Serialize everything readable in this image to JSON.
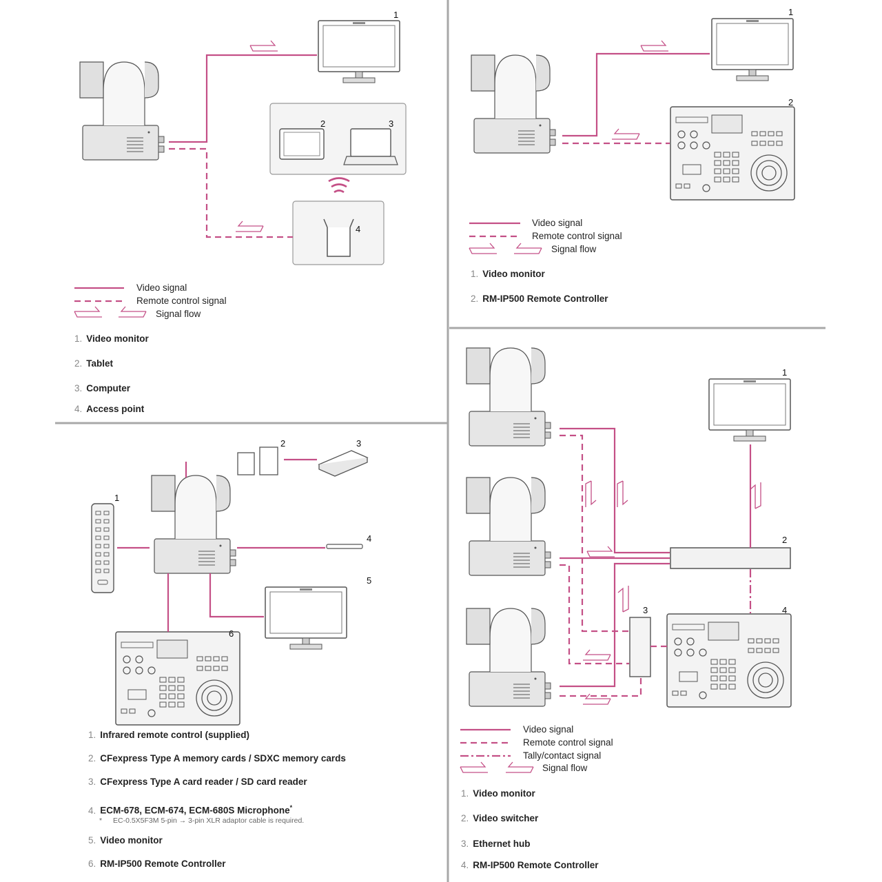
{
  "colors": {
    "signal": "#c44f86",
    "divider": "#a8a8a8",
    "device": "#4a4a4a",
    "device_fill": "#e2e2e2"
  },
  "legend": {
    "video": "Video signal",
    "remote": "Remote control signal",
    "tally": "Tally/contact signal",
    "flow": "Signal flow"
  },
  "panel_a": {
    "numbers": [
      "1",
      "2",
      "3",
      "4"
    ],
    "items": [
      {
        "n": "1.",
        "t": "Video monitor"
      },
      {
        "n": "2.",
        "t": "Tablet"
      },
      {
        "n": "3.",
        "t": "Computer"
      },
      {
        "n": "4.",
        "t": "Access point"
      }
    ]
  },
  "panel_b": {
    "numbers": [
      "1",
      "2"
    ],
    "items": [
      {
        "n": "1.",
        "t": "Video monitor"
      },
      {
        "n": "2.",
        "t": "RM-IP500 Remote Controller"
      }
    ]
  },
  "panel_c": {
    "numbers": [
      "1",
      "2",
      "3",
      "4",
      "5",
      "6"
    ],
    "items": [
      {
        "n": "1.",
        "t": "Infrared remote control (supplied)"
      },
      {
        "n": "2.",
        "t": "CFexpress Type A memory cards / SDXC memory cards"
      },
      {
        "n": "3.",
        "t": "CFexpress Type A card reader / SD card reader"
      },
      {
        "n": "4.",
        "t": "ECM-678, ECM-674, ECM-680S Microphone",
        "sup": "*"
      },
      {
        "n": "5.",
        "t": "Video monitor"
      },
      {
        "n": "6.",
        "t": "RM-IP500 Remote Controller"
      }
    ],
    "note": "EC-0.5X5F3M 5-pin → 3-pin XLR adaptor cable is required.",
    "note_mark": "*"
  },
  "panel_d": {
    "numbers": [
      "1",
      "2",
      "3",
      "4"
    ],
    "items": [
      {
        "n": "1.",
        "t": "Video monitor"
      },
      {
        "n": "2.",
        "t": "Video switcher"
      },
      {
        "n": "3.",
        "t": "Ethernet hub"
      },
      {
        "n": "4.",
        "t": "RM-IP500 Remote Controller"
      }
    ]
  }
}
